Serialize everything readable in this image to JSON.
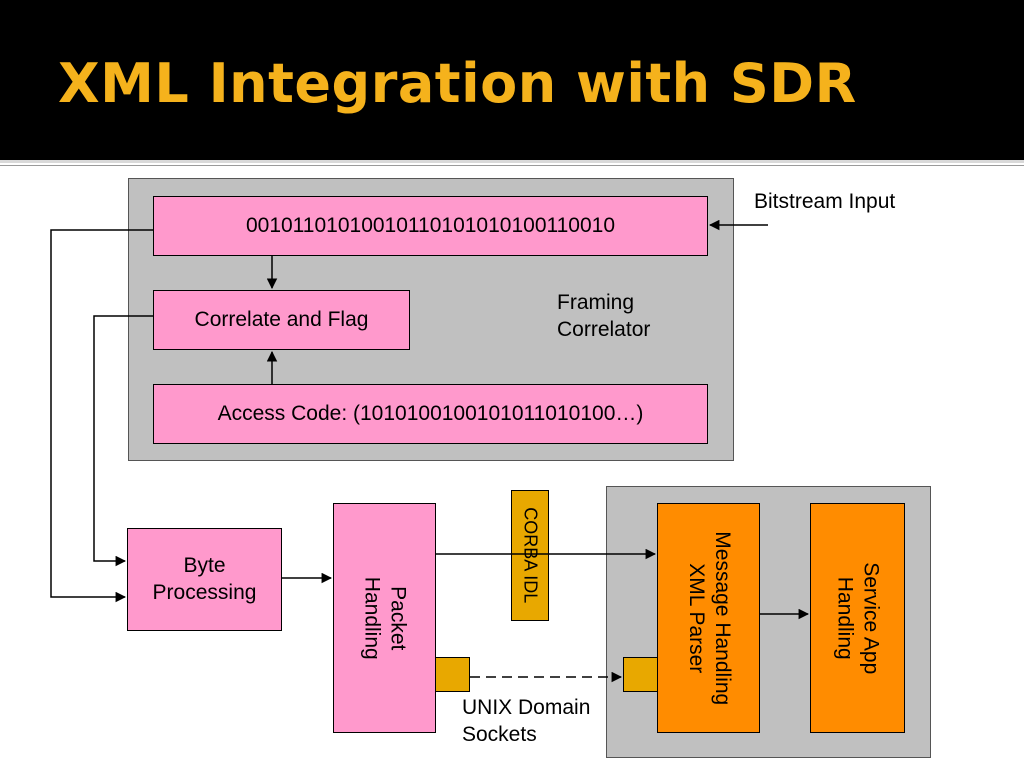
{
  "slide": {
    "title": "XML Integration with SDR"
  },
  "diagram": {
    "bitstream_box": "00101101010010110101010100110010",
    "correlate_box": "Correlate and Flag",
    "access_code_box": "Access Code: (10101001001010110101­00…)",
    "framing_label": [
      "Framing",
      "Correlator"
    ],
    "bitstream_label": "Bitstream Input",
    "byte_processing": [
      "Byte",
      "Processing"
    ],
    "packet_handling": [
      "Packet",
      "Handling"
    ],
    "corba_idl": "CORBA IDL",
    "message_handling": [
      "Message Handling",
      "XML Parser"
    ],
    "service_app": [
      "Service App",
      "Handling"
    ],
    "unix_label": [
      "UNIX Domain",
      "Sockets"
    ]
  },
  "colors": {
    "title": "#f5b21c",
    "pink": "#ff99cc",
    "orange": "#ff8c00",
    "gold": "#e8a800",
    "panel": "#c0c0c0"
  }
}
